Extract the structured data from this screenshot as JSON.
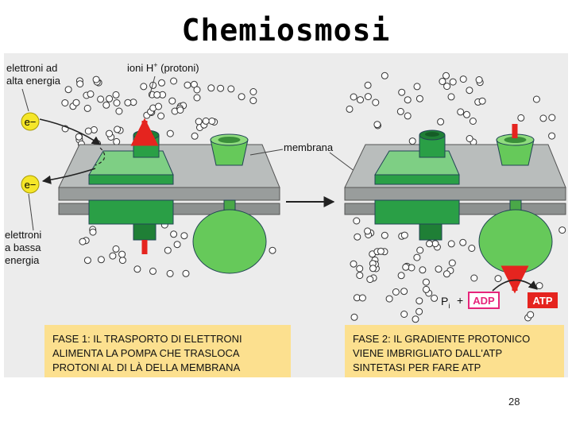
{
  "title": "Chemiosmosi",
  "labels": {
    "high_energy_l1": "elettroni ad",
    "high_energy_l2": "alta energia",
    "protons_main": "ioni H",
    "protons_sup": "+",
    "protons_paren": " (protoni)",
    "electron_symbol": "e−",
    "low_energy_l1": "elettroni",
    "low_energy_l2": "a bassa",
    "low_energy_l3": "energia",
    "membrane": "membrana",
    "pi_main": "P",
    "pi_sub": "i",
    "plus": "+",
    "adp": "ADP",
    "atp": "ATP"
  },
  "captions": {
    "phase1": [
      "FASE 1: IL TRASPORTO DI ELETTRONI",
      "ALIMENTA LA POMPA CHE TRASLOCA",
      "PROTONI AL DI LÀ DELLA MEMBRANA"
    ],
    "phase2": [
      "FASE 2: IL GRADIENTE PROTONICO",
      "VIENE IMBRIGLIATO DALL'ATP",
      "SINTETASI PER FARE ATP"
    ]
  },
  "page_number": "28",
  "colors": {
    "panel_bg": "#ececec",
    "membrane_light": "#b9bdbc",
    "membrane_dark": "#8d9190",
    "protein_green": "#2a9f46",
    "protein_light": "#7ecf84",
    "synthase_green": "#66c95a",
    "arrow_red": "#e5241f",
    "electron_yellow": "#f5e629",
    "caption_bg": "#fce08f",
    "adp_magenta": "#e6247b"
  }
}
